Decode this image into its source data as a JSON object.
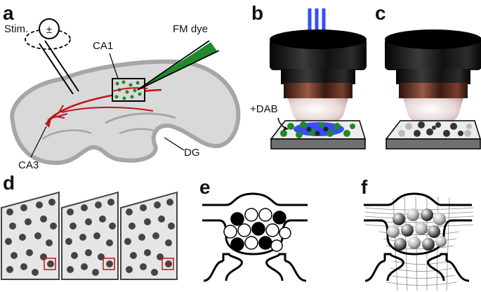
{
  "panels": {
    "a": {
      "letter": "a",
      "labels": {
        "stim": "Stim.",
        "stim_symbol": "±",
        "ca1": "CA1",
        "fm_dye": "FM dye",
        "ca3": "CA3",
        "dg": "DG"
      }
    },
    "b": {
      "letter": "b",
      "labels": {
        "dab": "+DAB"
      }
    },
    "c": {
      "letter": "c"
    },
    "d": {
      "letter": "d"
    },
    "e": {
      "letter": "e"
    },
    "f": {
      "letter": "f"
    }
  },
  "colors": {
    "tissue_fill": "#d9d9d9",
    "tissue_edge": "#a6a6a6",
    "neuron": "#c0151b",
    "dye": "#1f8a2a",
    "light": "#3a4bff",
    "vesicle_dark": "#444444",
    "slice_fill": "#e6e6e6"
  }
}
